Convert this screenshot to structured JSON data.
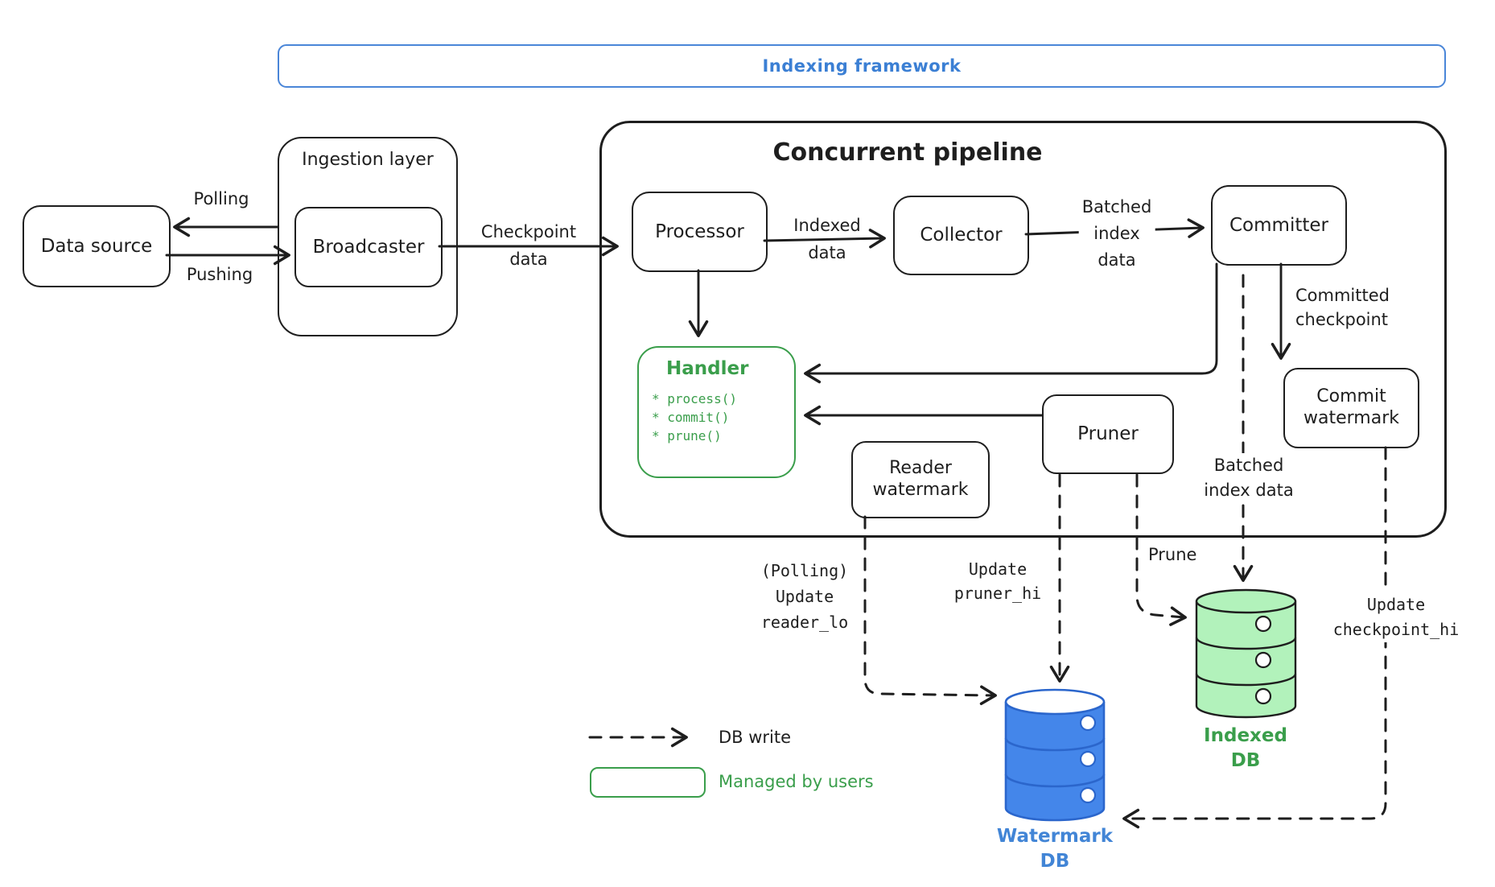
{
  "colors": {
    "ink": "#1e1e1e",
    "accent_blue": "#3b7fd4",
    "db_blue_fill": "#4486ea",
    "db_blue_stroke": "#2b66cc",
    "green": "#3a9e4b",
    "db_green_fill": "#b2f2bb"
  },
  "banner": {
    "label": "Indexing framework"
  },
  "nodes": {
    "data_source": "Data source",
    "ingestion_layer": "Ingestion layer",
    "broadcaster": "Broadcaster",
    "pipeline_title": "Concurrent pipeline",
    "processor": "Processor",
    "collector": "Collector",
    "committer": "Committer",
    "handler_title": "Handler",
    "handler_methods": "* process()\n* commit()\n* prune()",
    "pruner": "Pruner",
    "reader_watermark": "Reader\nwatermark",
    "commit_watermark": "Commit\nwatermark"
  },
  "edges": {
    "polling": "Polling",
    "pushing": "Pushing",
    "checkpoint_data": "Checkpoint\ndata",
    "indexed_data": "Indexed\ndata",
    "batched_index_data": "Batched\nindex\ndata",
    "committed_checkpoint": "Committed\ncheckpoint",
    "batched_index_data_db": "Batched\nindex data",
    "prune": "Prune",
    "update_pruner_hi": "Update\npruner_hi",
    "polling_update_reader_lo": "(Polling)\nUpdate\nreader_lo",
    "update_checkpoint_hi": "Update\ncheckpoint_hi"
  },
  "databases": {
    "watermark_db": "Watermark\nDB",
    "indexed_db": "Indexed\nDB"
  },
  "legend": {
    "db_write": "DB write",
    "managed_by_users": "Managed by users"
  }
}
